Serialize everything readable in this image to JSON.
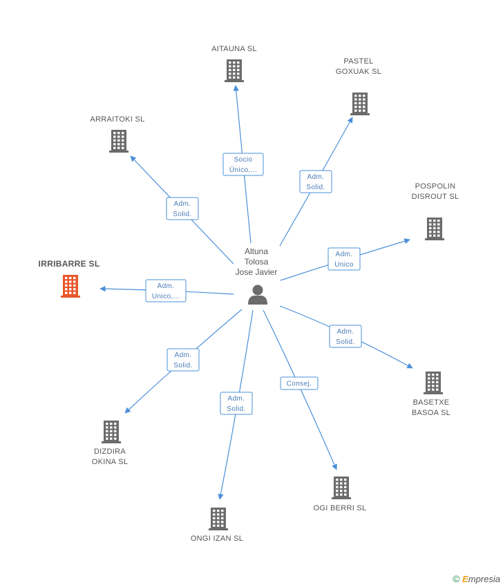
{
  "center": {
    "name_lines": [
      "Altuna",
      "Tolosa",
      "Jose Javier"
    ]
  },
  "nodes": [
    {
      "id": "aitauna",
      "lines": [
        "AITAUNA SL"
      ],
      "role_lines": [
        "Socio",
        "Único,..."
      ],
      "highlight": false
    },
    {
      "id": "pastel",
      "lines": [
        "PASTEL",
        "GOXUAK SL"
      ],
      "role_lines": [
        "Adm.",
        "Solid."
      ],
      "highlight": false
    },
    {
      "id": "arraitoki",
      "lines": [
        "ARRAITOKI SL"
      ],
      "role_lines": [
        "Adm.",
        "Solid."
      ],
      "highlight": false
    },
    {
      "id": "pospolin",
      "lines": [
        "POSPOLIN",
        "DISROUT SL"
      ],
      "role_lines": [
        "Adm.",
        "Unico"
      ],
      "highlight": false
    },
    {
      "id": "irribarre",
      "lines": [
        "IRRIBARRE SL"
      ],
      "role_lines": [
        "Adm.",
        "Unico,..."
      ],
      "highlight": true
    },
    {
      "id": "basetxe",
      "lines": [
        "BASETXE",
        "BASOA SL"
      ],
      "role_lines": [
        "Adm.",
        "Solid."
      ],
      "highlight": false
    },
    {
      "id": "dizdira",
      "lines": [
        "DIZDIRA",
        "OKINA SL"
      ],
      "role_lines": [
        "Adm.",
        "Solid."
      ],
      "highlight": false
    },
    {
      "id": "ongi",
      "lines": [
        "ONGI IZAN SL"
      ],
      "role_lines": [
        "Adm.",
        "Solid."
      ],
      "highlight": false
    },
    {
      "id": "ogiberri",
      "lines": [
        "OGI BERRI SL"
      ],
      "role_lines": [
        "Consej."
      ],
      "highlight": false
    }
  ],
  "colors": {
    "edge": "#4a90d9",
    "building": "#6b6b6b",
    "building_highlight": "#e8562a",
    "person": "#6b6b6b"
  },
  "footer": {
    "copyright_symbol": "©",
    "brand_first": "E",
    "brand_rest": "mpresia"
  }
}
